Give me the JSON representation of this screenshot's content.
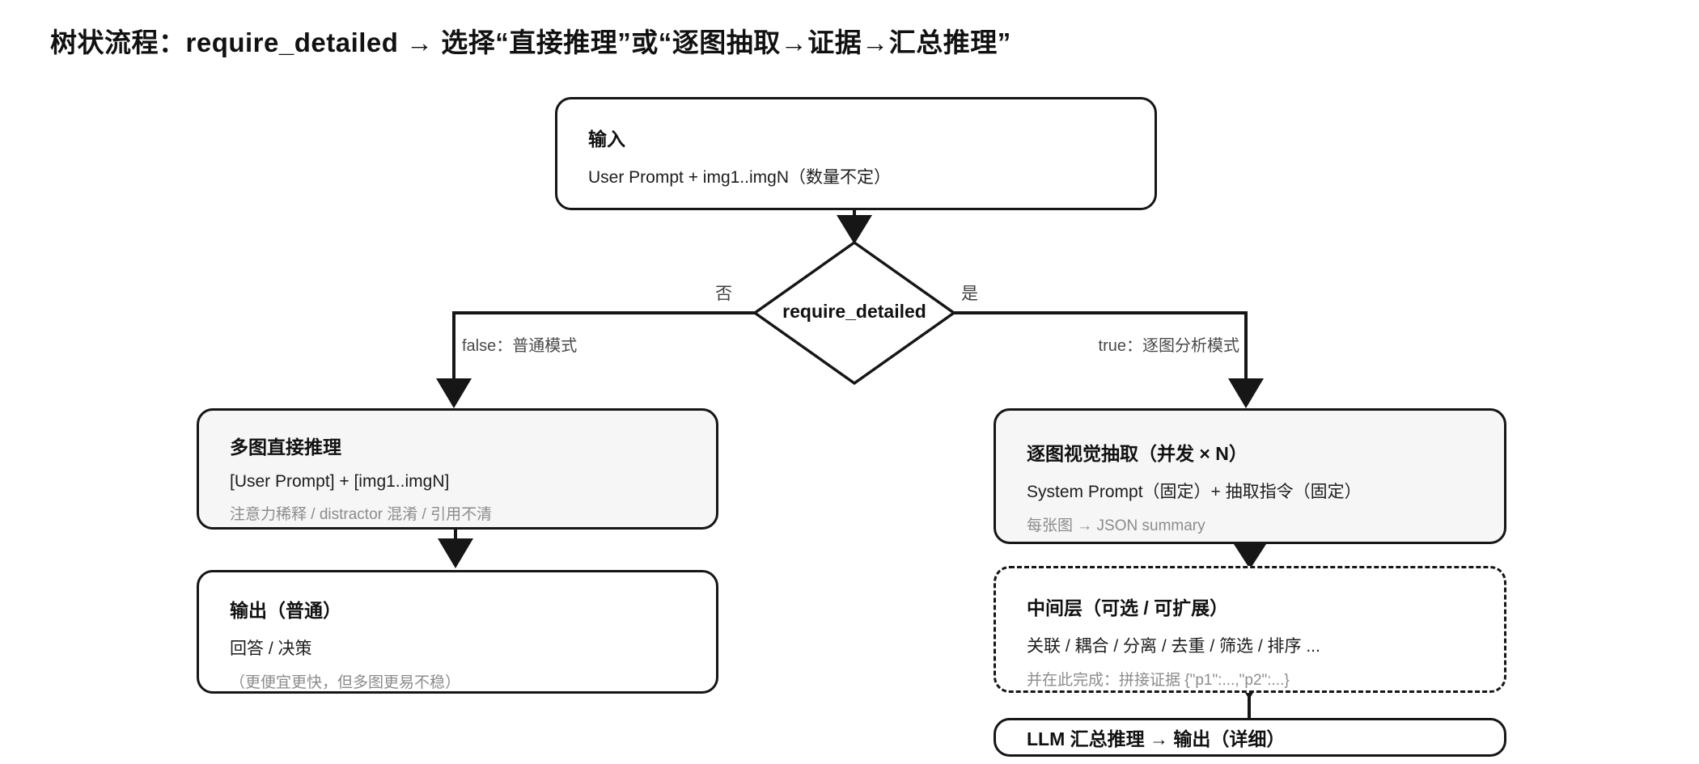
{
  "title": "树状流程：require_detailed → 选择“直接推理”或“逐图抽取→证据→汇总推理”",
  "decision": {
    "label": "require_detailed",
    "no_label": "否",
    "yes_label": "是",
    "false_branch_label": "false：普通模式",
    "true_branch_label": "true：逐图分析模式"
  },
  "nodes": {
    "input": {
      "title": "输入",
      "line1": "User Prompt + img1..imgN（数量不定）"
    },
    "direct": {
      "title": "多图直接推理",
      "line1": "[User Prompt] + [img1..imgN]",
      "line2": "注意力稀释 / distractor 混淆 / 引用不清"
    },
    "output_normal": {
      "title": "输出（普通）",
      "line1": "回答 / 决策",
      "line2": "（更便宜更快，但多图更易不稳）"
    },
    "extract": {
      "title": "逐图视觉抽取（并发 × N）",
      "line1": "System Prompt（固定）+ 抽取指令（固定）",
      "line2": "每张图 → JSON summary"
    },
    "middle": {
      "title": "中间层（可选 / 可扩展）",
      "line1": "关联 / 耦合 / 分离 / 去重 / 筛选 / 排序 ...",
      "line2": "并在此完成：拼接证据 {\"p1\":...,\"p2\":...}"
    },
    "llm": {
      "title": "LLM 汇总推理 → 输出（详细）"
    }
  },
  "colors": {
    "stroke": "#161616",
    "gray_box_fill": "#f6f6f6",
    "muted_text": "#8c8c8c",
    "edge_label_text": "#4a4a4a"
  }
}
